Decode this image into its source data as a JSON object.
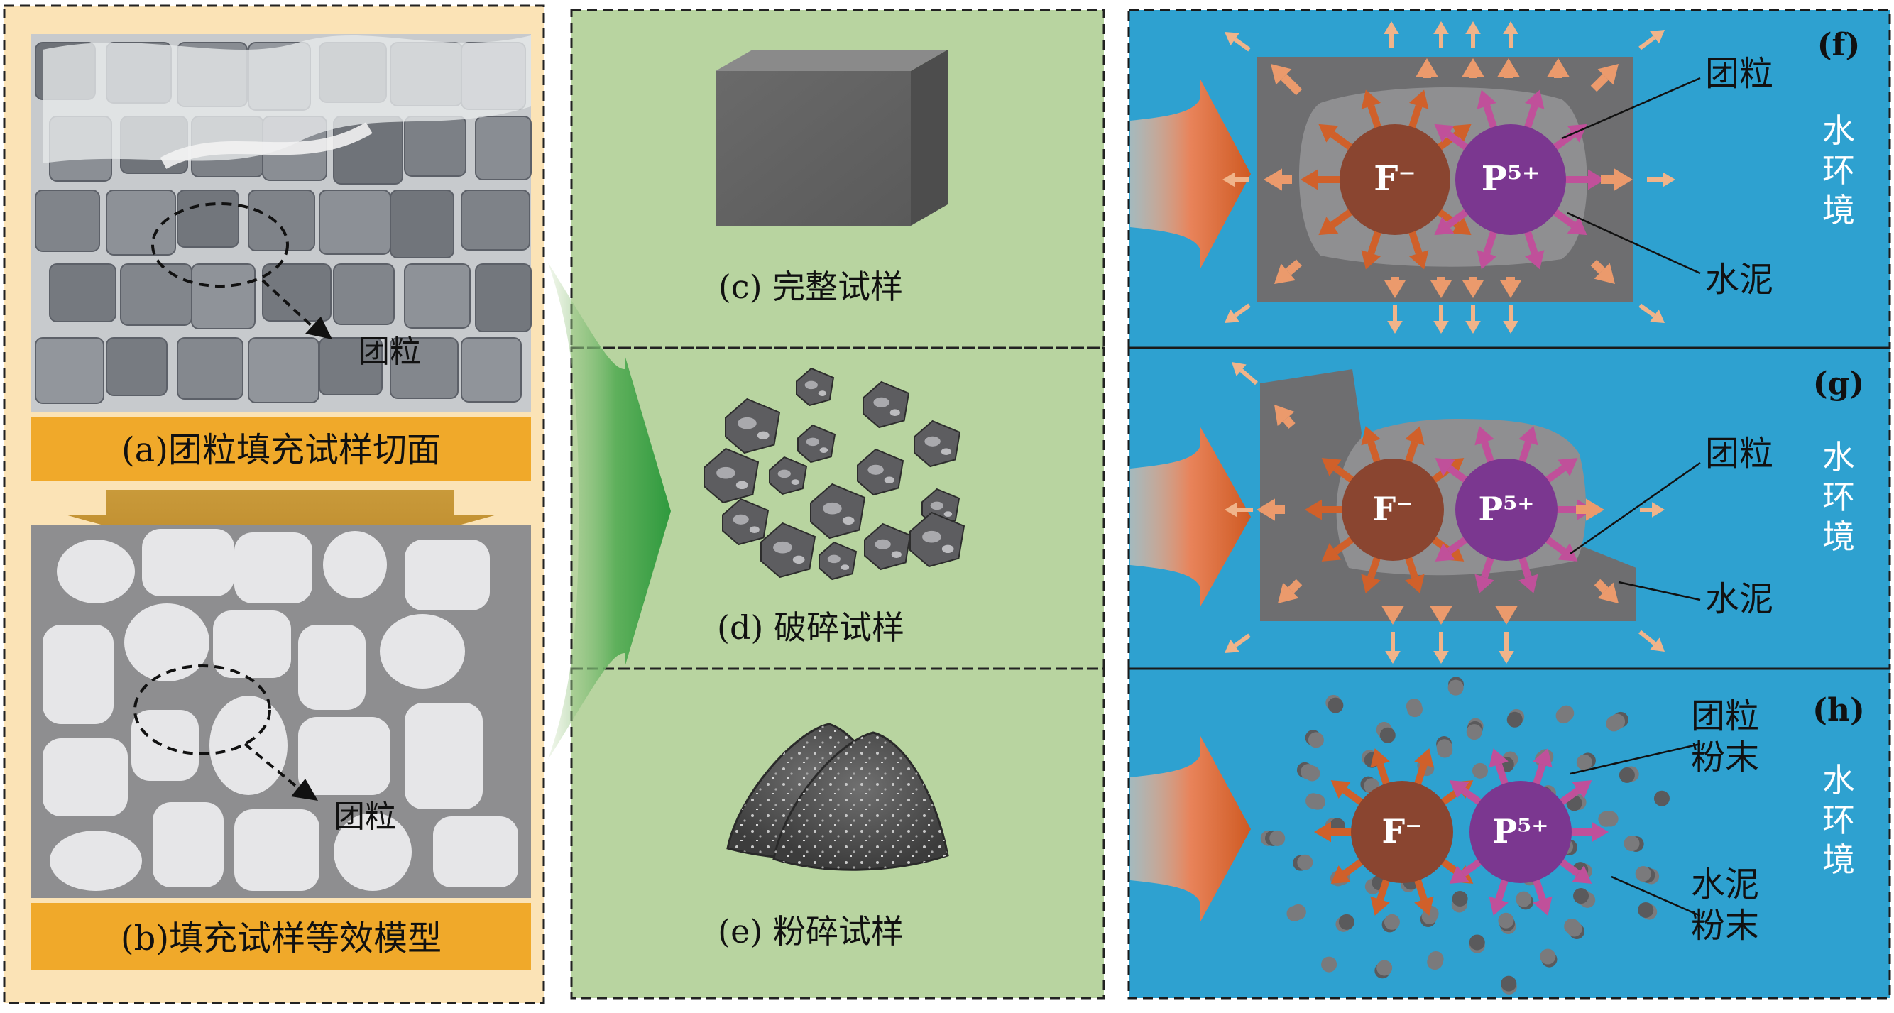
{
  "panel_a": {
    "label": "(a)团粒填充试样切面",
    "callout": "团粒"
  },
  "panel_b": {
    "label": "(b)填充试样等效模型",
    "callout": "团粒"
  },
  "panel_c": {
    "label": "(c) 完整试样"
  },
  "panel_d": {
    "label": "(d) 破碎试样"
  },
  "panel_e": {
    "label": "(e) 粉碎试样"
  },
  "panel_f": {
    "tag": "(f)",
    "aggregate": "团粒",
    "cement": "水泥",
    "environment": "水环境"
  },
  "panel_g": {
    "tag": "(g)",
    "aggregate": "团粒",
    "cement": "水泥",
    "environment": "水环境"
  },
  "panel_h": {
    "tag": "(h)",
    "aggregate": "团粒粉末",
    "cement": "水泥粉末",
    "environment": "水环境"
  },
  "ions": {
    "fluoride": "F⁻",
    "phosphorus": "P⁵⁺"
  },
  "colors": {
    "left_panel_bg": "#fbe3b6",
    "label_bar": "#f0a92a",
    "middle_bg": "#b8d4a0",
    "right_bg": "#2ea1d0",
    "cement": "#6e6e70",
    "aggregate": "#8f8f91",
    "fluoride": "#8a4530",
    "phosphorus": "#7b3790"
  }
}
